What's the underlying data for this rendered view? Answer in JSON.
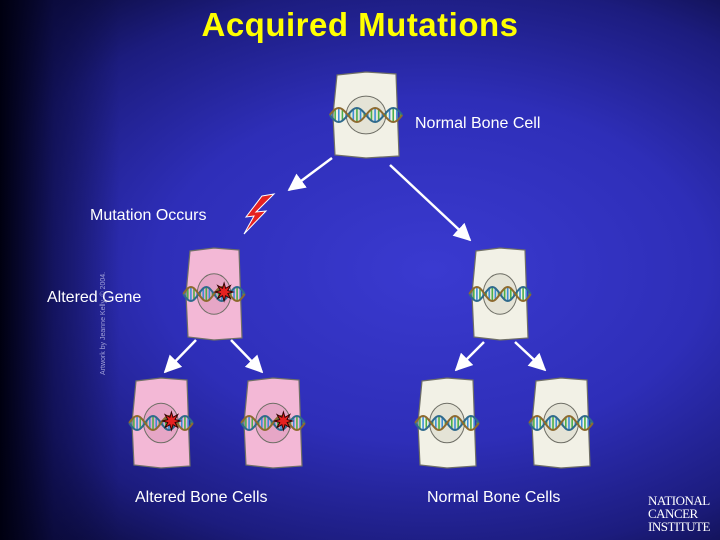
{
  "title": "Acquired Mutations",
  "labels": {
    "normal_bone_cell": "Normal Bone Cell",
    "mutation_occurs": "Mutation Occurs",
    "altered_gene": "Altered Gene",
    "altered_bone_cells": "Altered Bone Cells",
    "normal_bone_cells": "Normal Bone Cells"
  },
  "credit": "Artwork by Jeanne Kelly. © 2004.",
  "logo": {
    "line1": "NATIONAL",
    "line2": "CANCER",
    "line3": "INSTITUTE"
  },
  "colors": {
    "title": "#ffff00",
    "normal_cell": "#f2f1e6",
    "altered_cell": "#f3b8d6",
    "nucleus_normal": "#e4e3d6",
    "nucleus_altered": "#e6a6c6",
    "arrow": "#ffffff",
    "mutation_bolt": "#e52121"
  }
}
